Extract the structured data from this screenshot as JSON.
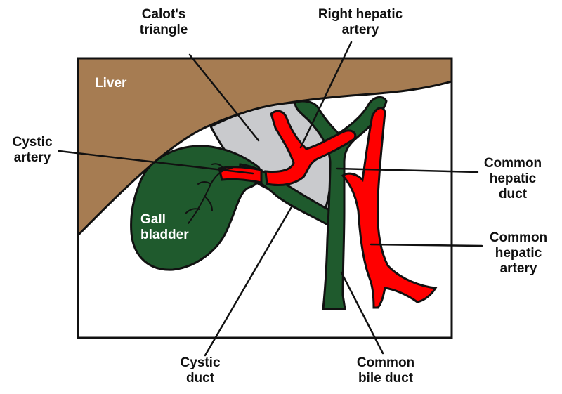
{
  "colors": {
    "liver": "#a67c52",
    "duct": "#1f5a2d",
    "artery": "#ff0000",
    "triangle": "#c9cacd",
    "outline": "#111111",
    "background": "#ffffff"
  },
  "labels": {
    "calots_triangle": [
      "Calot's",
      "triangle"
    ],
    "right_hepatic_artery": [
      "Right hepatic",
      "artery"
    ],
    "liver": "Liver",
    "cystic_artery": [
      "Cystic",
      "artery"
    ],
    "common_hepatic_duct": [
      "Common",
      "hepatic",
      "duct"
    ],
    "gall_bladder": [
      "Gall",
      "bladder"
    ],
    "common_hepatic_artery": [
      "Common",
      "hepatic",
      "artery"
    ],
    "cystic_duct": [
      "Cystic",
      "duct"
    ],
    "common_bile_duct": [
      "Common",
      "bile duct"
    ]
  }
}
